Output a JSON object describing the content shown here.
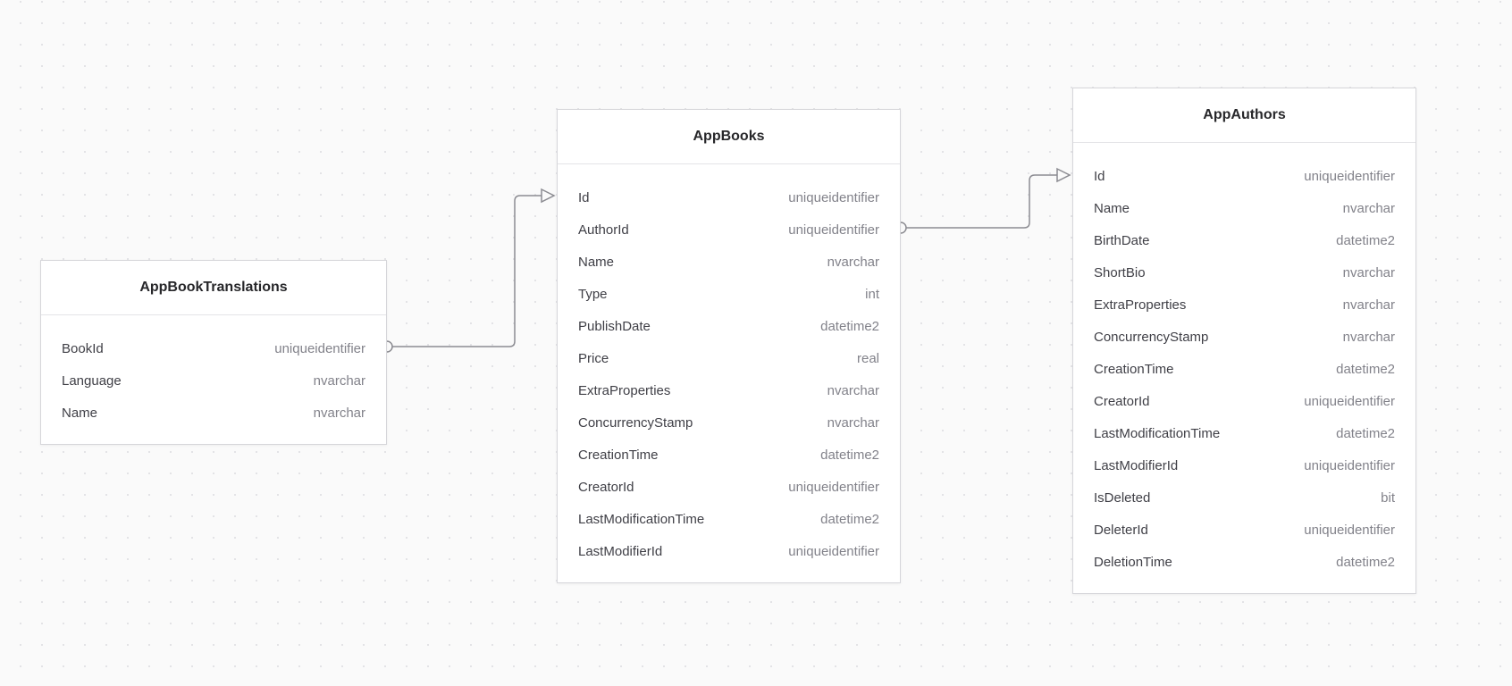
{
  "diagram": {
    "background_color": "#fafafa",
    "dot_color": "#e3e3e6",
    "edge_color": "#8b8b91",
    "tables": [
      {
        "title": "AppBookTranslations",
        "columns": [
          {
            "name": "BookId",
            "type": "uniqueidentifier"
          },
          {
            "name": "Language",
            "type": "nvarchar"
          },
          {
            "name": "Name",
            "type": "nvarchar"
          }
        ]
      },
      {
        "title": "AppBooks",
        "columns": [
          {
            "name": "Id",
            "type": "uniqueidentifier"
          },
          {
            "name": "AuthorId",
            "type": "uniqueidentifier"
          },
          {
            "name": "Name",
            "type": "nvarchar"
          },
          {
            "name": "Type",
            "type": "int"
          },
          {
            "name": "PublishDate",
            "type": "datetime2"
          },
          {
            "name": "Price",
            "type": "real"
          },
          {
            "name": "ExtraProperties",
            "type": "nvarchar"
          },
          {
            "name": "ConcurrencyStamp",
            "type": "nvarchar"
          },
          {
            "name": "CreationTime",
            "type": "datetime2"
          },
          {
            "name": "CreatorId",
            "type": "uniqueidentifier"
          },
          {
            "name": "LastModificationTime",
            "type": "datetime2"
          },
          {
            "name": "LastModifierId",
            "type": "uniqueidentifier"
          }
        ]
      },
      {
        "title": "AppAuthors",
        "columns": [
          {
            "name": "Id",
            "type": "uniqueidentifier"
          },
          {
            "name": "Name",
            "type": "nvarchar"
          },
          {
            "name": "BirthDate",
            "type": "datetime2"
          },
          {
            "name": "ShortBio",
            "type": "nvarchar"
          },
          {
            "name": "ExtraProperties",
            "type": "nvarchar"
          },
          {
            "name": "ConcurrencyStamp",
            "type": "nvarchar"
          },
          {
            "name": "CreationTime",
            "type": "datetime2"
          },
          {
            "name": "CreatorId",
            "type": "uniqueidentifier"
          },
          {
            "name": "LastModificationTime",
            "type": "datetime2"
          },
          {
            "name": "LastModifierId",
            "type": "uniqueidentifier"
          },
          {
            "name": "IsDeleted",
            "type": "bit"
          },
          {
            "name": "DeleterId",
            "type": "uniqueidentifier"
          },
          {
            "name": "DeletionTime",
            "type": "datetime2"
          }
        ]
      }
    ],
    "relations": [
      {
        "from_table": "AppBookTranslations",
        "from_column": "BookId",
        "to_table": "AppBooks",
        "to_column": "Id"
      },
      {
        "from_table": "AppBooks",
        "from_column": "AuthorId",
        "to_table": "AppAuthors",
        "to_column": "Id"
      }
    ]
  }
}
